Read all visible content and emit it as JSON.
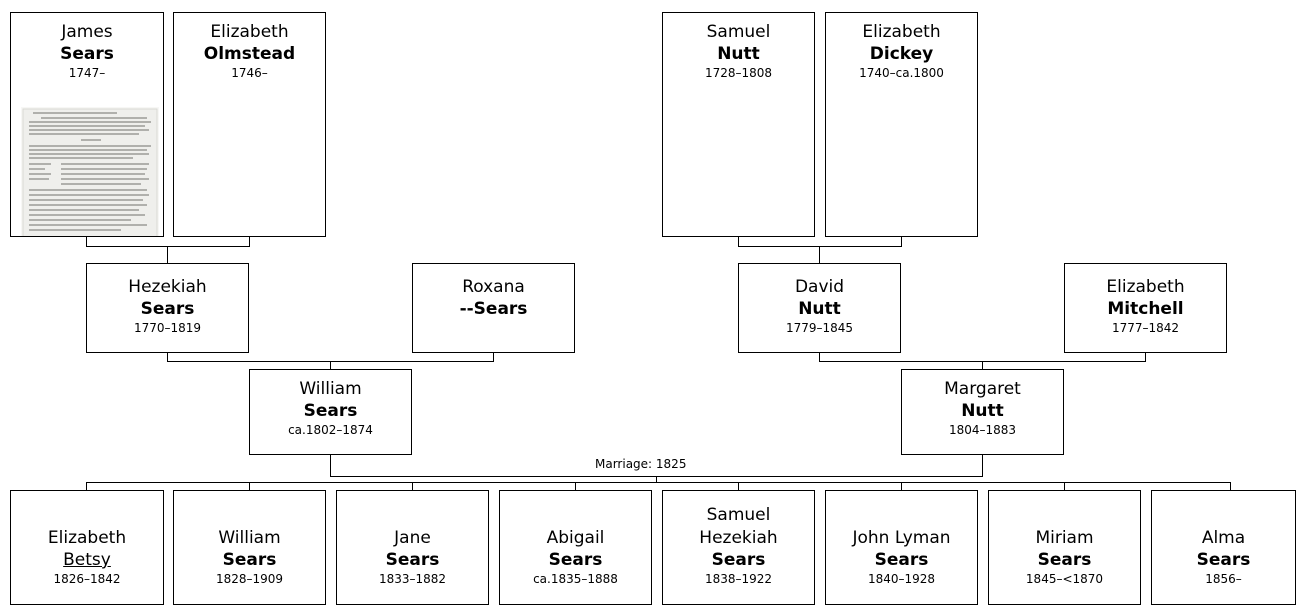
{
  "tree": {
    "gg": {
      "james_sears": {
        "given": [
          "James"
        ],
        "surname": "Sears",
        "dates": "1747–"
      },
      "elizabeth_olmstead": {
        "given": [
          "Elizabeth"
        ],
        "surname": "Olmstead",
        "dates": "1746–"
      },
      "samuel_nutt": {
        "given": [
          "Samuel"
        ],
        "surname": "Nutt",
        "dates": "1728–1808"
      },
      "elizabeth_dickey": {
        "given": [
          "Elizabeth"
        ],
        "surname": "Dickey",
        "dates": "1740–ca.1800"
      }
    },
    "gp": {
      "hezekiah_sears": {
        "given": [
          "Hezekiah"
        ],
        "surname": "Sears",
        "dates": "1770–1819"
      },
      "roxana_sears": {
        "given": [
          "Roxana"
        ],
        "surname": "--Sears",
        "dates": ""
      },
      "david_nutt": {
        "given": [
          "David"
        ],
        "surname": "Nutt",
        "dates": "1779–1845"
      },
      "elizabeth_mitchell": {
        "given": [
          "Elizabeth"
        ],
        "surname": "Mitchell",
        "dates": "1777–1842"
      }
    },
    "parents": {
      "william_sears": {
        "given": [
          "William"
        ],
        "surname": "Sears",
        "dates": "ca.1802–1874"
      },
      "margaret_nutt": {
        "given": [
          "Margaret"
        ],
        "surname": "Nutt",
        "dates": "1804–1883"
      }
    },
    "marriage": "Marriage: 1825",
    "children": [
      {
        "given": [
          "Elizabeth"
        ],
        "surname": "Betsy",
        "surname_style": "plain",
        "dates": "1826–1842"
      },
      {
        "given": [
          "William"
        ],
        "surname": "Sears",
        "dates": "1828–1909"
      },
      {
        "given": [
          "Jane"
        ],
        "surname": "Sears",
        "dates": "1833–1882"
      },
      {
        "given": [
          "Abigail"
        ],
        "surname": "Sears",
        "dates": "ca.1835–1888"
      },
      {
        "given": [
          "Samuel",
          "Hezekiah"
        ],
        "surname": "Sears",
        "dates": "1838–1922"
      },
      {
        "given": [
          "John Lyman"
        ],
        "surname": "Sears",
        "dates": "1840–1928"
      },
      {
        "given": [
          "Miriam"
        ],
        "surname": "Sears",
        "dates": "1845–<1870"
      },
      {
        "given": [
          "Alma"
        ],
        "surname": "Sears",
        "dates": "1856–"
      }
    ]
  }
}
